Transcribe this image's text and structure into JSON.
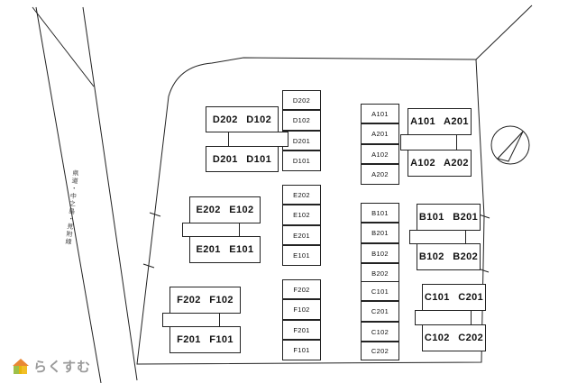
{
  "site": {
    "road_label": "県道・中之島・見附線",
    "logo_text": "らくすむ",
    "colors": {
      "line": "#222222",
      "logo_green": "#8db52a",
      "logo_yellow": "#f0b400",
      "logo_orange": "#e77b1e",
      "logo_text_gray": "#9a9a9a"
    }
  },
  "cells": {
    "left": [
      "D202",
      "D102",
      "D201",
      "D101",
      "E202",
      "E102",
      "E201",
      "E101",
      "F202",
      "F102",
      "F201",
      "F101"
    ],
    "right": [
      "A101",
      "A201",
      "A102",
      "A202",
      "B101",
      "B201",
      "B102",
      "B202",
      "C101",
      "C201",
      "C102",
      "C202"
    ]
  },
  "buildings": {
    "D": {
      "upper": "D202 D102",
      "lower": "D201 D101"
    },
    "E": {
      "upper": "E202 E102",
      "lower": "E201 E101"
    },
    "F": {
      "upper": "F202 F102",
      "lower": "F201 F101"
    },
    "A": {
      "upper": "A101 A201",
      "lower": "A102 A202"
    },
    "B": {
      "upper": "B101 B201",
      "lower": "B102 B202"
    },
    "C": {
      "upper": "C101 C201",
      "lower": "C102 C202"
    }
  }
}
